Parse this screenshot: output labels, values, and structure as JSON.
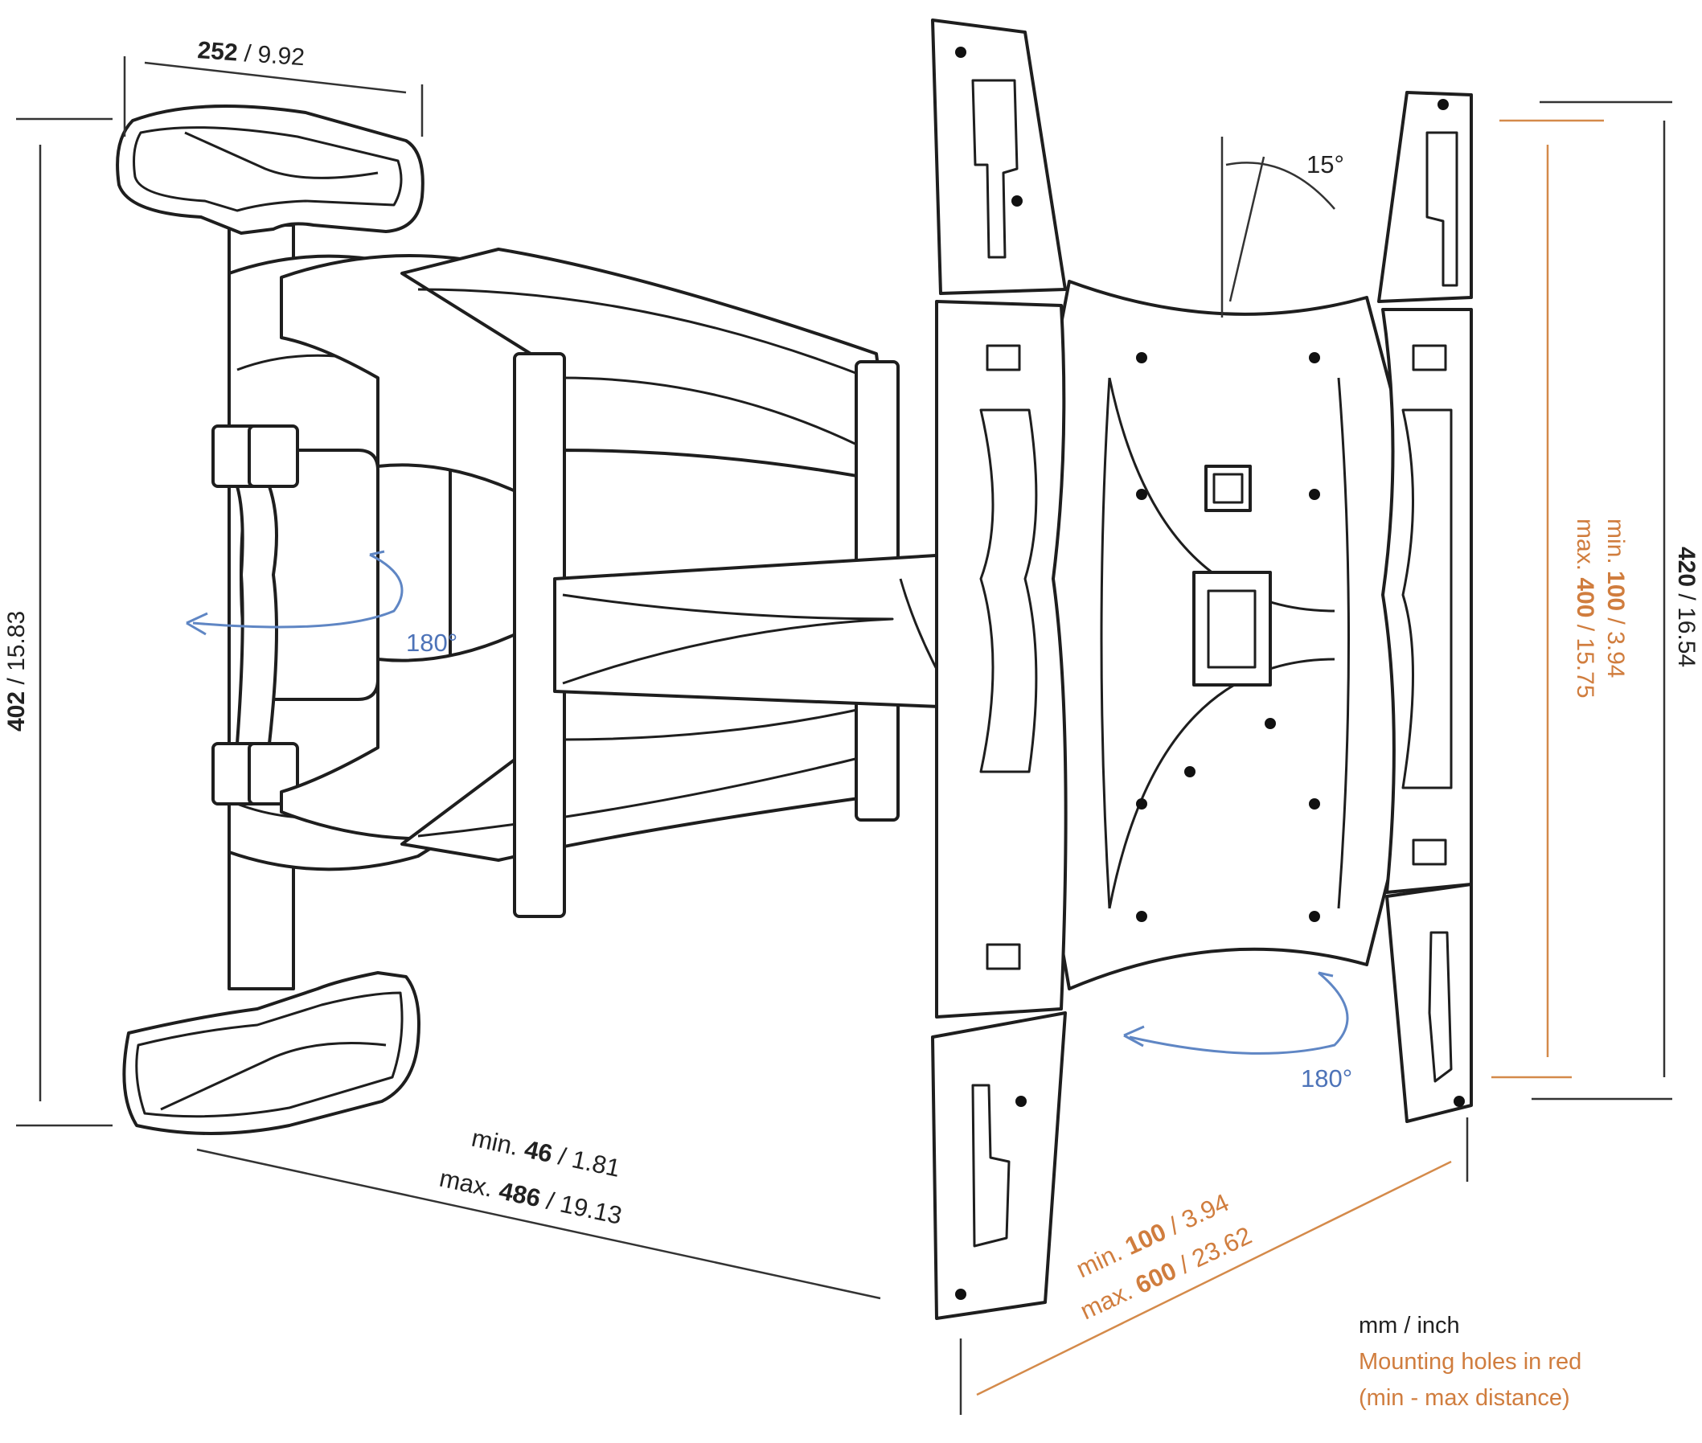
{
  "dimensions": {
    "top_width": {
      "bold": "252",
      "rest": " / 9.92"
    },
    "left_height": {
      "bold": "402",
      "rest": " / 15.83"
    },
    "right_height": {
      "bold": "420",
      "rest": " / 16.54"
    },
    "arm_extension_min": {
      "prefix": "min. ",
      "bold": "46",
      "rest": " / 1.81"
    },
    "arm_extension_max": {
      "prefix": "max. ",
      "bold": "486",
      "rest": " / 19.13"
    },
    "vesa_vertical_min": {
      "prefix": "min. ",
      "bold": "100",
      "rest": " / 3.94"
    },
    "vesa_vertical_max": {
      "prefix": "max. ",
      "bold": "400",
      "rest": " / 15.75"
    },
    "vesa_horizontal_min": {
      "prefix": "min. ",
      "bold": "100",
      "rest": " / 3.94"
    },
    "vesa_horizontal_max": {
      "prefix": "max. ",
      "bold": "600",
      "rest": " / 23.62"
    }
  },
  "angles": {
    "tilt": "15°",
    "swivel_arm": "180°",
    "rotation_plate": "180°"
  },
  "legend": {
    "units": "mm / inch",
    "holes_line1": "Mounting holes in red",
    "holes_line2": "(min - max distance)"
  },
  "colors": {
    "dimension_line": "#333333",
    "mounting_holes": "#d07d3e",
    "rotation": "#4d73b8"
  }
}
